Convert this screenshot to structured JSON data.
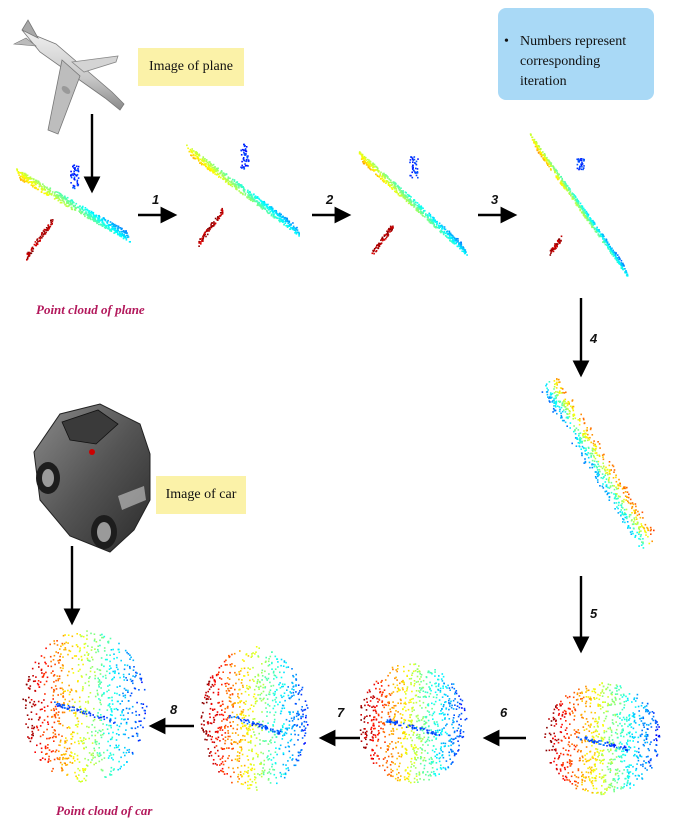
{
  "labels": {
    "plane_image": "Image of plane",
    "car_image": "Image of car",
    "plane_cloud": "Point cloud of plane",
    "car_cloud": "Point cloud of car"
  },
  "note": {
    "text": "Numbers represent corresponding iteration"
  },
  "iterations": [
    "1",
    "2",
    "3",
    "4",
    "5",
    "6",
    "7",
    "8"
  ],
  "colors": {
    "label_fill": "#fbf2a8",
    "note_fill": "#a9d9f6",
    "caption": "#b3195c",
    "arrow": "#000000"
  },
  "icons": [
    "plane-image",
    "car-image"
  ]
}
